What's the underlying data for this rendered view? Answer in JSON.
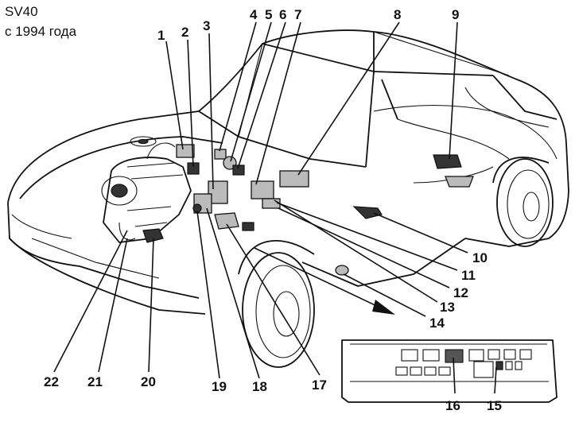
{
  "title": {
    "model": "SV40",
    "since": "с 1994 года"
  },
  "callouts": [
    "1",
    "2",
    "3",
    "4",
    "5",
    "6",
    "7",
    "8",
    "9",
    "10",
    "11",
    "12",
    "13",
    "14",
    "15",
    "16",
    "17",
    "18",
    "19",
    "20",
    "21",
    "22"
  ]
}
